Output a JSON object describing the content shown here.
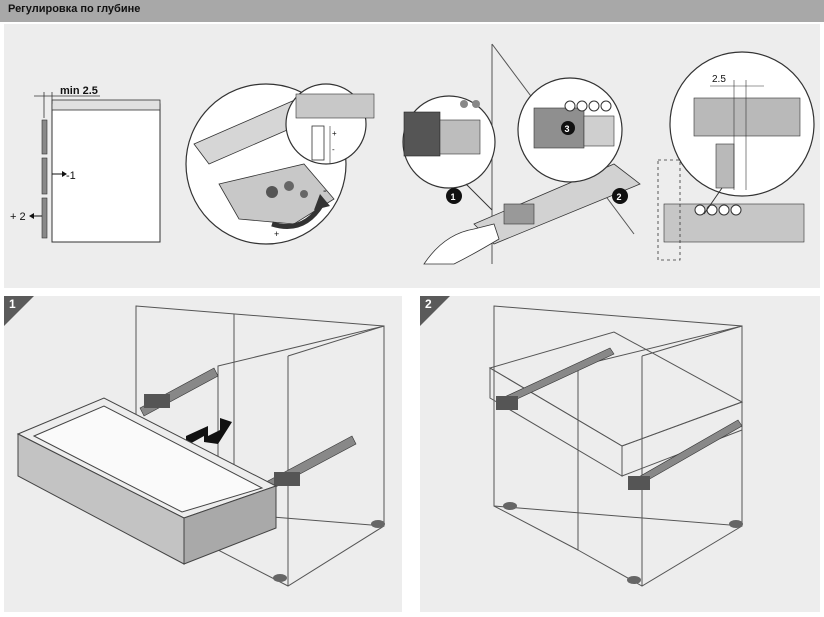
{
  "header": {
    "title": "Регулировка по глубине"
  },
  "diagram": {
    "min_label": "min 2.5",
    "minus_label": "-1",
    "plus_label": "+ 2",
    "plus_sign": "+",
    "minus_sign": "-",
    "step_1": "1",
    "step_2": "2",
    "step_3": "3",
    "dim_label": "2.5"
  },
  "panels": [
    {
      "tag": "1"
    },
    {
      "tag": "2"
    }
  ]
}
